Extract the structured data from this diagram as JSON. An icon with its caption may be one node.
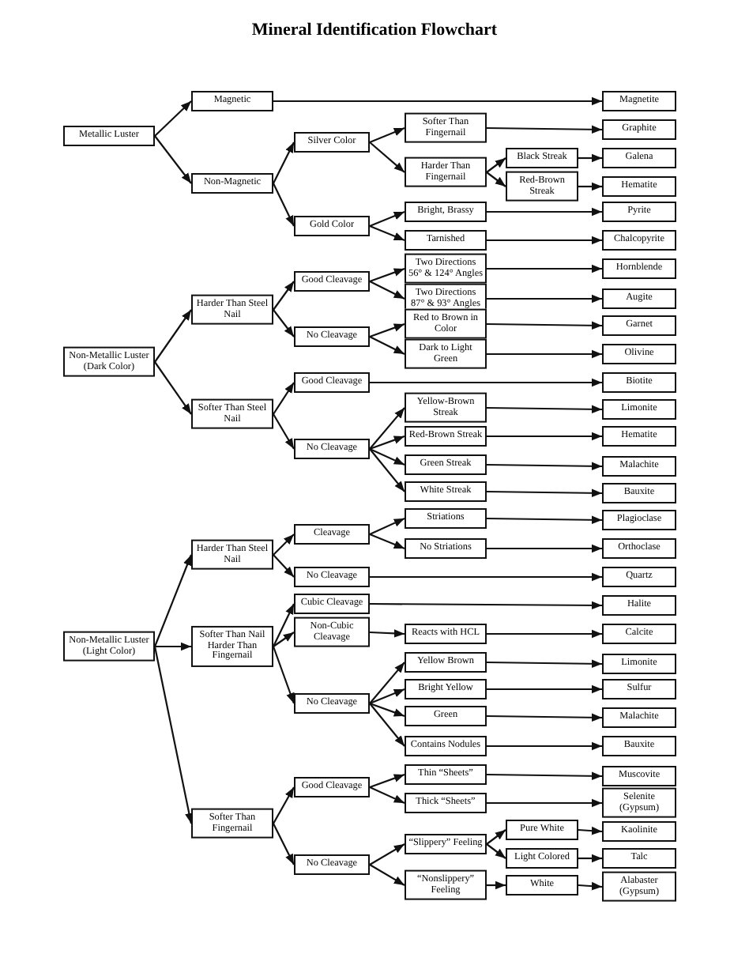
{
  "diagram": {
    "title": "Mineral Identification Flowchart",
    "nodes": [
      {
        "text": [
          "Metallic Luster"
        ]
      },
      {
        "text": [
          "Magnetic"
        ]
      },
      {
        "text": [
          "Magnetite"
        ]
      },
      {
        "text": [
          "Non-Magnetic"
        ]
      },
      {
        "text": [
          "Silver Color"
        ]
      },
      {
        "text": [
          "Softer Than Fingernail"
        ]
      },
      {
        "text": [
          "Graphite"
        ]
      },
      {
        "text": [
          "Harder Than Fingernail"
        ]
      },
      {
        "text": [
          "Black Streak"
        ]
      },
      {
        "text": [
          "Galena"
        ]
      },
      {
        "text": [
          "Red-Brown Streak"
        ]
      },
      {
        "text": [
          "Hematite"
        ]
      },
      {
        "text": [
          "Gold Color"
        ]
      },
      {
        "text": [
          "Bright, Brassy"
        ]
      },
      {
        "text": [
          "Pyrite"
        ]
      },
      {
        "text": [
          "Tarnished"
        ]
      },
      {
        "text": [
          "Chalcopyrite"
        ]
      },
      {
        "text": [
          "Non-Metallic Luster (Dark Color)"
        ]
      },
      {
        "text": [
          "Harder Than Steel Nail"
        ]
      },
      {
        "text": [
          "Good Cleavage"
        ]
      },
      {
        "text": [
          "Two Directions 56° & 124° Angles"
        ]
      },
      {
        "text": [
          "Hornblende"
        ]
      },
      {
        "text": [
          "Two Directions 87° & 93° Angles"
        ]
      },
      {
        "text": [
          "Augite"
        ]
      },
      {
        "text": [
          "No Cleavage"
        ]
      },
      {
        "text": [
          "Red to Brown in Color"
        ]
      },
      {
        "text": [
          "Garnet"
        ]
      },
      {
        "text": [
          "Dark to Light Green"
        ]
      },
      {
        "text": [
          "Olivine"
        ]
      },
      {
        "text": [
          "Softer Than Steel Nail"
        ]
      },
      {
        "text": [
          "Good Cleavage"
        ]
      },
      {
        "text": [
          "Biotite"
        ]
      },
      {
        "text": [
          "No Cleavage"
        ]
      },
      {
        "text": [
          "Yellow-Brown Streak"
        ]
      },
      {
        "text": [
          "Limonite"
        ]
      },
      {
        "text": [
          "Red-Brown Streak"
        ]
      },
      {
        "text": [
          "Hematite"
        ]
      },
      {
        "text": [
          "Green Streak"
        ]
      },
      {
        "text": [
          "Malachite"
        ]
      },
      {
        "text": [
          "White Streak"
        ]
      },
      {
        "text": [
          "Bauxite"
        ]
      },
      {
        "text": [
          "Non-Metallic Luster (Light Color)"
        ]
      },
      {
        "text": [
          "Harder Than Steel Nail"
        ]
      },
      {
        "text": [
          "Cleavage"
        ]
      },
      {
        "text": [
          "Striations"
        ]
      },
      {
        "text": [
          "Plagioclase"
        ]
      },
      {
        "text": [
          "No Striations"
        ]
      },
      {
        "text": [
          "Orthoclase"
        ]
      },
      {
        "text": [
          "No Cleavage"
        ]
      },
      {
        "text": [
          "Quartz"
        ]
      },
      {
        "text": [
          "Softer Than Nail Harder Than Fingernail"
        ]
      },
      {
        "text": [
          "Cubic Cleavage"
        ]
      },
      {
        "text": [
          "Halite"
        ]
      },
      {
        "text": [
          "Non-Cubic Cleavage"
        ]
      },
      {
        "text": [
          "Reacts with HCL"
        ]
      },
      {
        "text": [
          "Calcite"
        ]
      },
      {
        "text": [
          "No Cleavage"
        ]
      },
      {
        "text": [
          "Yellow Brown"
        ]
      },
      {
        "text": [
          "Limonite"
        ]
      },
      {
        "text": [
          "Bright Yellow"
        ]
      },
      {
        "text": [
          "Sulfur"
        ]
      },
      {
        "text": [
          "Green"
        ]
      },
      {
        "text": [
          "Malachite"
        ]
      },
      {
        "text": [
          "Contains Nodules"
        ]
      },
      {
        "text": [
          "Bauxite"
        ]
      },
      {
        "text": [
          "Softer Than Fingernail"
        ]
      },
      {
        "text": [
          "Good Cleavage"
        ]
      },
      {
        "text": [
          "Thin “Sheets”"
        ]
      },
      {
        "text": [
          "Muscovite"
        ]
      },
      {
        "text": [
          "Thick “Sheets”"
        ]
      },
      {
        "text": [
          "Selenite (Gypsum)"
        ]
      },
      {
        "text": [
          "No Cleavage"
        ]
      },
      {
        "text": [
          "“Slippery” Feeling"
        ]
      },
      {
        "text": [
          "Pure White"
        ]
      },
      {
        "text": [
          "Kaolinite"
        ]
      },
      {
        "text": [
          "Light Colored"
        ]
      },
      {
        "text": [
          "Talc"
        ]
      },
      {
        "text": [
          "“Nonslippery” Feeling"
        ]
      },
      {
        "text": [
          "White"
        ]
      },
      {
        "text": [
          "Alabaster (Gypsum)"
        ]
      }
    ],
    "edges": [
      {
        "from": 0,
        "to": 1,
        "arrow": "to"
      },
      {
        "from": 1,
        "to": 2,
        "arrow": "to"
      },
      {
        "from": 0,
        "to": 3,
        "arrow": "to"
      },
      {
        "from": 3,
        "to": 4,
        "arrow": "to"
      },
      {
        "from": 4,
        "to": 5,
        "arrow": "to"
      },
      {
        "from": 5,
        "to": 6,
        "arrow": "to"
      },
      {
        "from": 4,
        "to": 7,
        "arrow": "to"
      },
      {
        "from": 7,
        "to": 8,
        "arrow": "to"
      },
      {
        "from": 8,
        "to": 9,
        "arrow": "to"
      },
      {
        "from": 7,
        "to": 10,
        "arrow": "to"
      },
      {
        "from": 10,
        "to": 11,
        "arrow": "to"
      },
      {
        "from": 3,
        "to": 12,
        "arrow": "to"
      },
      {
        "from": 12,
        "to": 13,
        "arrow": "to"
      },
      {
        "from": 13,
        "to": 14,
        "arrow": "to"
      },
      {
        "from": 12,
        "to": 15,
        "arrow": "to"
      },
      {
        "from": 15,
        "to": 16,
        "arrow": "to"
      },
      {
        "from": 17,
        "to": 18,
        "arrow": "to"
      },
      {
        "from": 18,
        "to": 19,
        "arrow": "to"
      },
      {
        "from": 19,
        "to": 20,
        "arrow": "to"
      },
      {
        "from": 20,
        "to": 21,
        "arrow": "to"
      },
      {
        "from": 19,
        "to": 22,
        "arrow": "to"
      },
      {
        "from": 22,
        "to": 23,
        "arrow": "to"
      },
      {
        "from": 18,
        "to": 24,
        "arrow": "to"
      },
      {
        "from": 24,
        "to": 25,
        "arrow": "to"
      },
      {
        "from": 25,
        "to": 26,
        "arrow": "to"
      },
      {
        "from": 24,
        "to": 27,
        "arrow": "to"
      },
      {
        "from": 27,
        "to": 28,
        "arrow": "to"
      },
      {
        "from": 17,
        "to": 29,
        "arrow": "to"
      },
      {
        "from": 29,
        "to": 30,
        "arrow": "to"
      },
      {
        "from": 30,
        "to": 31,
        "arrow": "to"
      },
      {
        "from": 29,
        "to": 32,
        "arrow": "to"
      },
      {
        "from": 32,
        "to": 33,
        "arrow": "to"
      },
      {
        "from": 33,
        "to": 34,
        "arrow": "to"
      },
      {
        "from": 32,
        "to": 35,
        "arrow": "to"
      },
      {
        "from": 35,
        "to": 36,
        "arrow": "to"
      },
      {
        "from": 32,
        "to": 37,
        "arrow": "to"
      },
      {
        "from": 37,
        "to": 38,
        "arrow": "to"
      },
      {
        "from": 32,
        "to": 39,
        "arrow": "to"
      },
      {
        "from": 39,
        "to": 40,
        "arrow": "to"
      },
      {
        "from": 41,
        "to": 42,
        "arrow": "to"
      },
      {
        "from": 42,
        "to": 43,
        "arrow": "to"
      },
      {
        "from": 43,
        "to": 44,
        "arrow": "to"
      },
      {
        "from": 44,
        "to": 45,
        "arrow": "to"
      },
      {
        "from": 43,
        "to": 46,
        "arrow": "to"
      },
      {
        "from": 46,
        "to": 47,
        "arrow": "to"
      },
      {
        "from": 42,
        "to": 48,
        "arrow": "to"
      },
      {
        "from": 48,
        "to": 49,
        "arrow": "to"
      },
      {
        "from": 41,
        "to": 50,
        "arrow": "to"
      },
      {
        "from": 50,
        "to": 51,
        "arrow": "to"
      },
      {
        "from": 51,
        "to": 52,
        "arrow": "to"
      },
      {
        "from": 50,
        "to": 53,
        "arrow": "to"
      },
      {
        "from": 53,
        "to": 54,
        "arrow": "to"
      },
      {
        "from": 54,
        "to": 55,
        "arrow": "to"
      },
      {
        "from": 50,
        "to": 56,
        "arrow": "to"
      },
      {
        "from": 56,
        "to": 57,
        "arrow": "to"
      },
      {
        "from": 57,
        "to": 58,
        "arrow": "to"
      },
      {
        "from": 56,
        "to": 59,
        "arrow": "to"
      },
      {
        "from": 59,
        "to": 60,
        "arrow": "to"
      },
      {
        "from": 56,
        "to": 61,
        "arrow": "to"
      },
      {
        "from": 61,
        "to": 62,
        "arrow": "to"
      },
      {
        "from": 56,
        "to": 63,
        "arrow": "to"
      },
      {
        "from": 63,
        "to": 64,
        "arrow": "to"
      },
      {
        "from": 41,
        "to": 65,
        "arrow": "to"
      },
      {
        "from": 65,
        "to": 66,
        "arrow": "to"
      },
      {
        "from": 66,
        "to": 67,
        "arrow": "to"
      },
      {
        "from": 67,
        "to": 68,
        "arrow": "to"
      },
      {
        "from": 66,
        "to": 69,
        "arrow": "to"
      },
      {
        "from": 69,
        "to": 70,
        "arrow": "to"
      },
      {
        "from": 65,
        "to": 71,
        "arrow": "to"
      },
      {
        "from": 71,
        "to": 72,
        "arrow": "to"
      },
      {
        "from": 72,
        "to": 73,
        "arrow": "to"
      },
      {
        "from": 73,
        "to": 74,
        "arrow": "to"
      },
      {
        "from": 72,
        "to": 75,
        "arrow": "to"
      },
      {
        "from": 75,
        "to": 76,
        "arrow": "to"
      },
      {
        "from": 71,
        "to": 77,
        "arrow": "to"
      },
      {
        "from": 77,
        "to": 78,
        "arrow": "to"
      },
      {
        "from": 78,
        "to": 79,
        "arrow": "to"
      }
    ]
  }
}
